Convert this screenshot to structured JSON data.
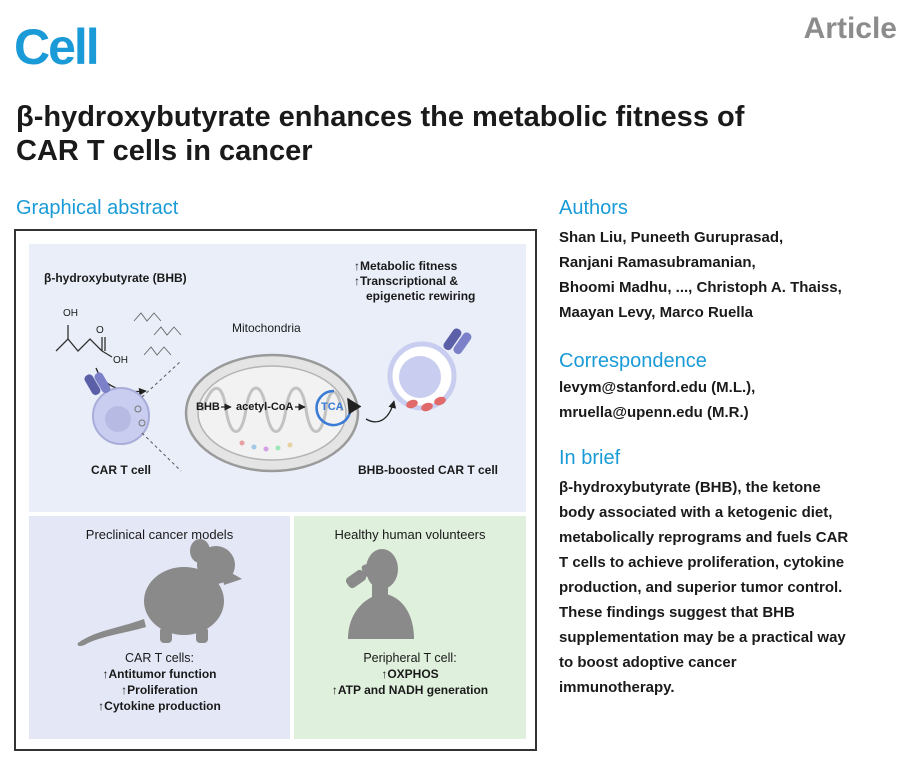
{
  "header": {
    "journal": "Cell",
    "article_type": "Article",
    "title_line1": "β-hydroxybutyrate enhances the metabolic fitness of",
    "title_line2": "CAR T cells in cancer"
  },
  "graphical_abstract": {
    "heading": "Graphical abstract",
    "bhb_label": "β-hydroxybutyrate (BHB)",
    "mitochondria_label": "Mitochondria",
    "pathway_bhb": "BHB",
    "pathway_acetyl": "acetyl-CoA",
    "pathway_tca": "TCA",
    "car_t_label": "CAR T cell",
    "boosted_label": "BHB-boosted CAR T cell",
    "effect_1": "↑Metabolic fitness",
    "effect_2": "↑Transcriptional &",
    "effect_3": "epigenetic rewiring",
    "chem_oh_1": "OH",
    "chem_o": "O",
    "chem_oh_2": "OH",
    "preclinical": {
      "title": "Preclinical cancer models",
      "subtitle": "CAR T cells:",
      "items": [
        "↑Antitumor function",
        "↑Proliferation",
        "↑Cytokine production"
      ]
    },
    "healthy": {
      "title": "Healthy human volunteers",
      "subtitle": "Peripheral T cell:",
      "items": [
        "↑OXPHOS",
        "↑ATP and NADH generation"
      ]
    }
  },
  "authors": {
    "heading": "Authors",
    "lines": [
      "Shan Liu, Puneeth Guruprasad,",
      "Ranjani Ramasubramanian,",
      "Bhoomi Madhu, ..., Christoph A. Thaiss,",
      "Maayan Levy, Marco Ruella"
    ]
  },
  "correspondence": {
    "heading": "Correspondence",
    "lines": [
      "levym@stanford.edu (M.L.),",
      "mruella@upenn.edu (M.R.)"
    ]
  },
  "in_brief": {
    "heading": "In brief",
    "lines": [
      "β-hydroxybutyrate (BHB), the ketone",
      "body associated with a ketogenic diet,",
      "metabolically reprograms and fuels CAR",
      "T cells to achieve proliferation, cytokine",
      "production, and superior tumor control.",
      "These findings suggest that BHB",
      "supplementation may be a practical way",
      "to boost adoptive cancer",
      "immunotherapy."
    ]
  },
  "colors": {
    "brand": "#1a9bd7",
    "article_tag": "#8c8c8c",
    "top_panel": "#e9eef8",
    "preclinical_panel": "#e4e8f6",
    "healthy_panel": "#dff0dc",
    "cell_fill": "#c9cdf0",
    "silhouette": "#8a8a8a"
  }
}
